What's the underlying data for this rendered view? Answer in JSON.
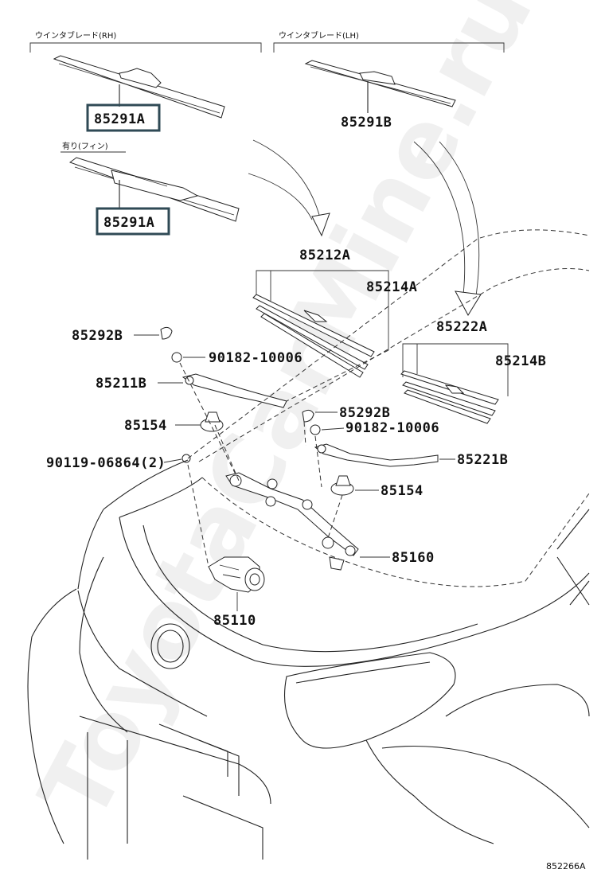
{
  "watermark": "ToyotaCarMine.ru",
  "headers": {
    "rh": "ウインタブレード(RH)",
    "lh": "ウインタブレード(LH)",
    "fin": "有り(フィン)"
  },
  "parts": {
    "p85291A_top": "85291A",
    "p85291A_fin": "85291A",
    "p85291B": "85291B",
    "p85212A": "85212A",
    "p85214A": "85214A",
    "p85222A": "85222A",
    "p85214B": "85214B",
    "p85292B_left": "85292B",
    "p90182_left": "90182-10006",
    "p85211B": "85211B",
    "p85154_left": "85154",
    "p85292B_right": "85292B",
    "p90182_right": "90182-10006",
    "p90119": "90119-06864(2)",
    "p85221B": "85221B",
    "p85154_right": "85154",
    "p85160": "85160",
    "p85110": "85110"
  },
  "diagram_id": "852266A"
}
